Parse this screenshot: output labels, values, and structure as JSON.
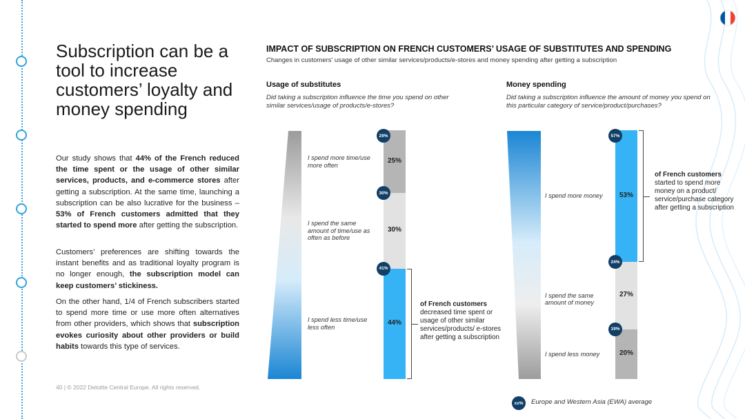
{
  "page": {
    "title": "Subscription can be a tool to increase customers’ loyalty and money spending",
    "paragraphs": [
      [
        {
          "t": "Our study shows that ",
          "b": false
        },
        {
          "t": "44% of the French reduced the time spent or the usage of other similar services, products, and e-commerce stores",
          "b": true
        },
        {
          "t": " after getting a subscription. At the same time, launching a subscription can be also lucrative for the business – ",
          "b": false
        },
        {
          "t": "53% of French customers admitted that they started to spend more",
          "b": true
        },
        {
          "t": " after getting the subscription.",
          "b": false
        }
      ],
      [
        {
          "t": "Customers’ preferences are shifting towards the instant benefits and as traditional loyalty program is no longer enough, ",
          "b": false
        },
        {
          "t": "the subscription model can keep customers’ stickiness.",
          "b": true
        }
      ],
      [
        {
          "t": "On the other hand, 1/4 of French subscribers started to spend more time or use more often alternatives from other providers, which shows that ",
          "b": false
        },
        {
          "t": "subscription evokes curiosity about other providers or build habits",
          "b": true
        },
        {
          "t": " towards this type of services.",
          "b": false
        }
      ]
    ],
    "footer": "40  |  © 2022 Deloitte Central Europe. All rights reserved."
  },
  "colors": {
    "accent_blue": "#35b3f5",
    "dark_grey": "#b5b5b5",
    "light_grey": "#e2e2e2",
    "badge_navy": "#123f66",
    "rail_blue": "#2ea3dd"
  },
  "icons": {
    "flag": "france-flag-icon"
  },
  "chart_data": [
    {
      "type": "bar",
      "stacked": true,
      "title": "IMPACT OF SUBSCRIPTION ON FRENCH CUSTOMERS’ USAGE OF SUBSTITUTES AND SPENDING",
      "subtitle": "Changes in customers’ usage of other similar services/products/e-stores and money spending after getting a subscription",
      "section_title": "Usage of substitutes",
      "question": "Did taking a subscription influence the time you spend on other similar services/usage of products/e-stores?",
      "categories": [
        "I spend more time/use more often",
        "I spend the same amount of time/use as often as before",
        "I spend less time/use less often"
      ],
      "values": [
        25,
        30,
        44
      ],
      "value_labels": [
        "25%",
        "30%",
        "44%"
      ],
      "ewa_average": [
        29,
        30,
        41
      ],
      "ewa_labels": [
        "29%",
        "30%",
        "41%"
      ],
      "highlight_index": 2,
      "annotation": {
        "bold": "of French customers",
        "text": "decreased time spent or usage of other similar services/products/ e-stores after getting a subscription"
      }
    },
    {
      "type": "bar",
      "stacked": true,
      "section_title": "Money spending",
      "question": "Did taking a subscription influence the amount of money you spend on this particular category of service/product/purchases?",
      "categories": [
        "I spend more money",
        "I spend the same amount of money",
        "I spend less money"
      ],
      "values": [
        53,
        27,
        20
      ],
      "value_labels": [
        "53%",
        "27%",
        "20%"
      ],
      "ewa_average": [
        57,
        24,
        19
      ],
      "ewa_labels": [
        "57%",
        "24%",
        "19%"
      ],
      "highlight_index": 0,
      "annotation": {
        "bold": "of French customers",
        "text": "started to spend more money on a product/ service/purchase category after getting a subscription"
      }
    }
  ],
  "legend": {
    "badge_label": "xx%",
    "text": "Europe and Western Asia (EWA) average"
  }
}
